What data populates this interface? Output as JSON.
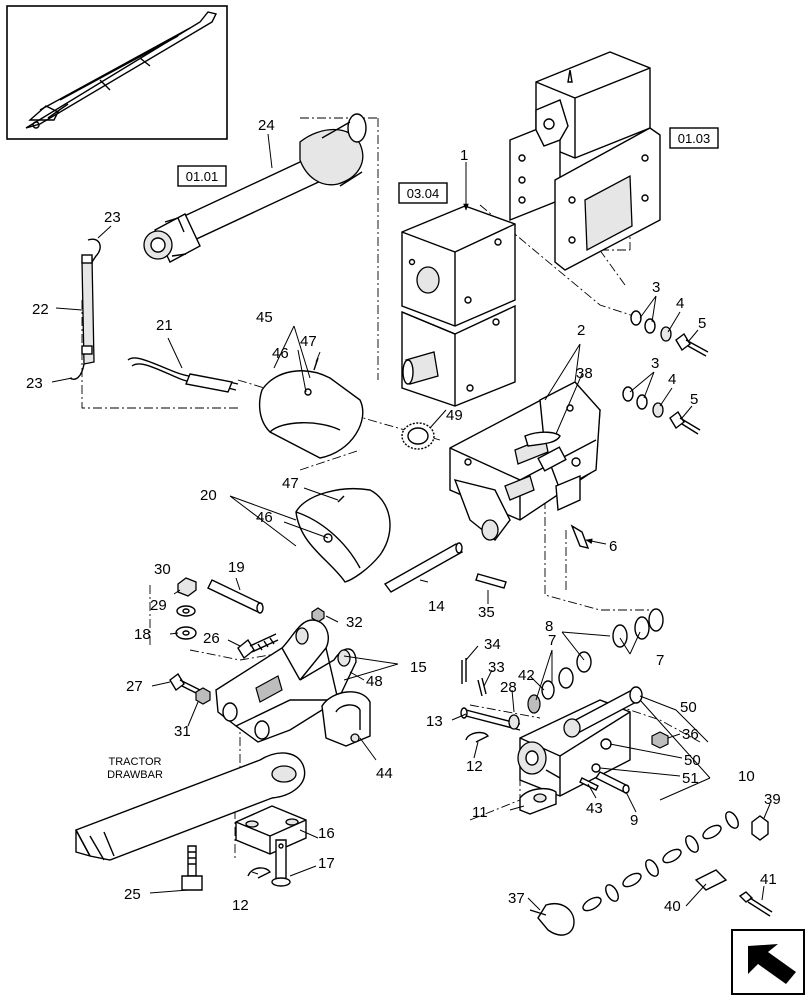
{
  "section_refs": [
    {
      "id": "ref-0101",
      "text": "01.01"
    },
    {
      "id": "ref-0304",
      "text": "03.04"
    },
    {
      "id": "ref-0103",
      "text": "01.03"
    }
  ],
  "captions": {
    "drawbar_line1": "TRACTOR",
    "drawbar_line2": "DRAWBAR"
  },
  "callouts": [
    "1",
    "2",
    "3",
    "3",
    "4",
    "4",
    "5",
    "5",
    "6",
    "7",
    "7",
    "8",
    "9",
    "10",
    "11",
    "12",
    "12",
    "13",
    "14",
    "15",
    "16",
    "17",
    "18",
    "19",
    "20",
    "21",
    "22",
    "23",
    "23",
    "24",
    "25",
    "26",
    "27",
    "28",
    "29",
    "30",
    "31",
    "32",
    "33",
    "34",
    "35",
    "36",
    "37",
    "38",
    "39",
    "40",
    "41",
    "42",
    "43",
    "44",
    "45",
    "46",
    "46",
    "47",
    "47",
    "48",
    "49",
    "50",
    "50",
    "51"
  ],
  "icons": {
    "overview": "machine-overview-thumbnail-icon",
    "nav": "next-page-arrow-icon"
  }
}
